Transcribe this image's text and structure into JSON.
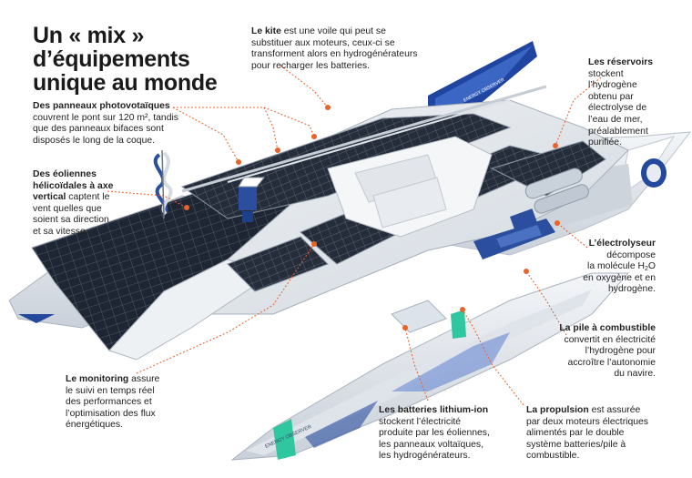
{
  "title": {
    "line1": "Un « mix »",
    "line2": "d’équipements",
    "line3": "unique au monde"
  },
  "captions": {
    "kite": {
      "bold": "Le kite",
      "l1": " est une voile qui peut se",
      "l2": "substituer aux moteurs, ceux-ci se",
      "l3": "transforment alors en hydrogénérateurs",
      "l4": "pour recharger les batteries."
    },
    "panneaux": {
      "bold": "Des panneaux photovotaïques",
      "l1": "couvrent le pont sur 120 m², tandis",
      "l2": "que des panneaux bifaces sont",
      "l3": "disposés le long de la coque."
    },
    "eoliennes": {
      "b1": "Des éoliennes",
      "b2": "hélicoïdales à axe",
      "b3": "vertical",
      "l3": " captent le",
      "l4": "vent quelles que",
      "l5": "soient sa direction",
      "l6": "et sa vitesse."
    },
    "reservoirs": {
      "bold": "Les réservoirs",
      "l1": "stockent",
      "l2": "l’hydrogène",
      "l3": "obtenu par",
      "l4": "électrolyse de",
      "l5": "l’eau de mer,",
      "l6": "préalablement",
      "l7": "purifiée."
    },
    "electrolyseur": {
      "bold": "L’électrolyseur",
      "l1": "décompose",
      "l2a": "la molécule H",
      "l2sub": "2",
      "l2b": "O",
      "l3": "en oxygène et en",
      "l4": "hydrogène."
    },
    "pile": {
      "bold": "La pile à combustible",
      "l1": "convertit en électricité",
      "l2": "l’hydrogène pour",
      "l3": "accroître l’autonomie",
      "l4": "du navire."
    },
    "monitoring": {
      "bold": "Le monitoring",
      "l0": " assure",
      "l1": "le suivi en temps réel",
      "l2": "des performances et",
      "l3": "l’optimisation des flux",
      "l4": "énergétiques."
    },
    "batteries": {
      "bold": "Les batteries lithium-ion",
      "l1": "stockent l’électricité",
      "l2": "produite par les éoliennes,",
      "l3": "les panneaux voltaïques,",
      "l4": "les hydrogénérateurs."
    },
    "propulsion": {
      "bold": "La propulsion",
      "l0": " est assurée",
      "l1": "par deux moteurs électriques",
      "l2": "alimentés par le double",
      "l3": "système batteries/pile à",
      "l4": "combustible."
    }
  },
  "hull_text": {
    "kite": "ENERGY OBSERVER",
    "hull": "ENERGY OBSERVER"
  },
  "colors": {
    "accent": "#e8622a",
    "hull": "#e8ebef",
    "blue": "#1e3f8a",
    "panel": "#1e2430",
    "green": "#2fc6a0"
  }
}
